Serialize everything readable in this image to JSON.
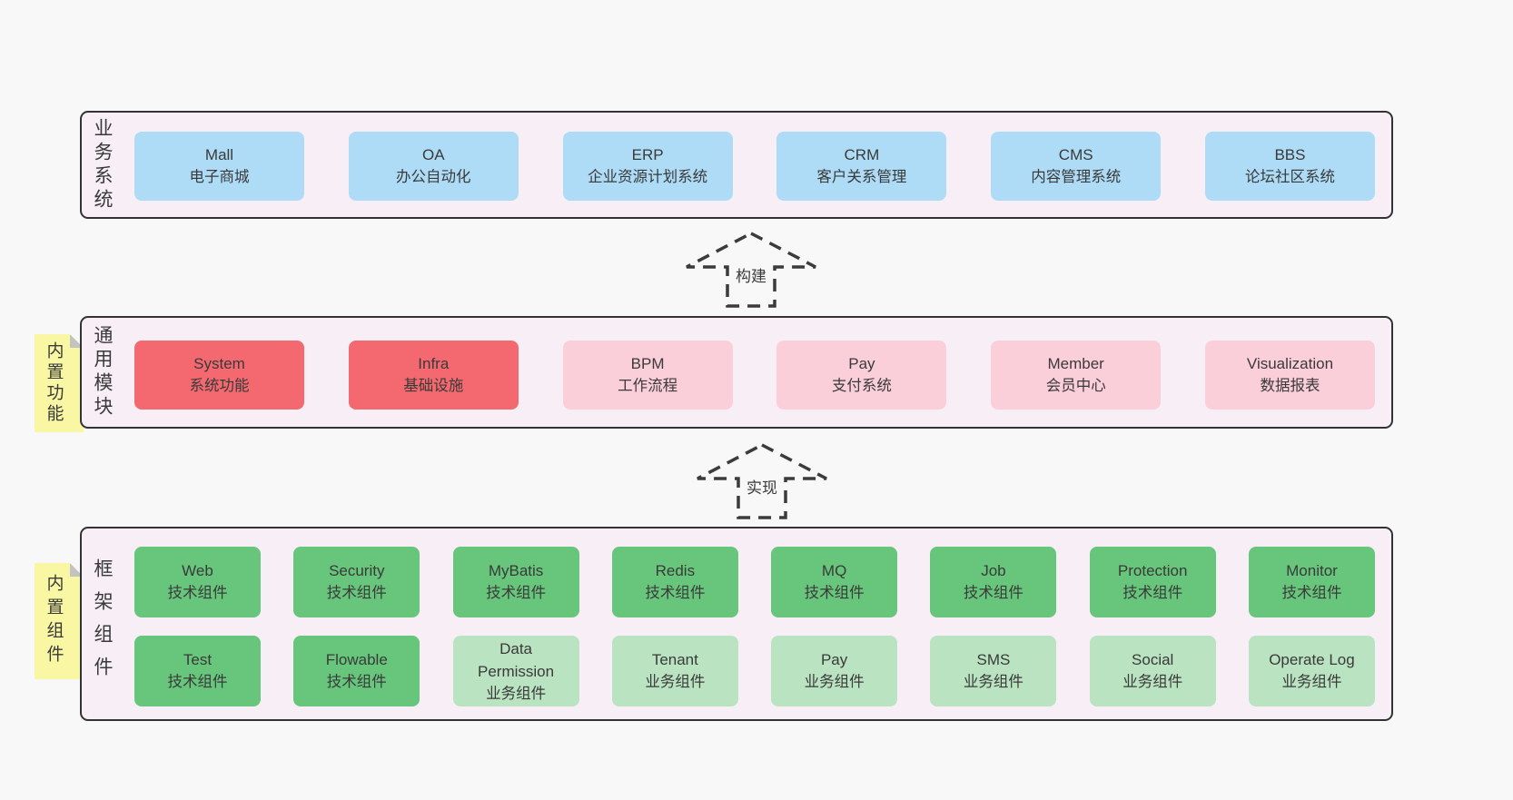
{
  "colors": {
    "page-bg": "#f8f8f8",
    "panel-bg": "#f7eef6",
    "panel-border": "#333333",
    "node-blue": "#aedcf6",
    "node-red": "#f3696f",
    "node-pink": "#fbcfd9",
    "node-green-dark": "#67c67b",
    "node-green-light": "#bae3c1",
    "sticky-yellow": "#f9f7a3",
    "sticky-fold": "#c5c3c1",
    "text": "#3a3a3a"
  },
  "sections": [
    {
      "side_label": "业务系统",
      "rows": [
        {
          "boxes": [
            {
              "en": "Mall",
              "zh": "电子商城",
              "style": "blue"
            },
            {
              "en": "OA",
              "zh": "办公自动化",
              "style": "blue"
            },
            {
              "en": "ERP",
              "zh": "企业资源计划系统",
              "style": "blue"
            },
            {
              "en": "CRM",
              "zh": "客户关系管理",
              "style": "blue"
            },
            {
              "en": "CMS",
              "zh": "内容管理系统",
              "style": "blue"
            },
            {
              "en": "BBS",
              "zh": "论坛社区系统",
              "style": "blue"
            }
          ]
        }
      ]
    },
    {
      "side_label": "通用模块",
      "sticky": "内置功能",
      "rows": [
        {
          "boxes": [
            {
              "en": "System",
              "zh": "系统功能",
              "style": "red"
            },
            {
              "en": "Infra",
              "zh": "基础设施",
              "style": "red"
            },
            {
              "en": "BPM",
              "zh": "工作流程",
              "style": "pink"
            },
            {
              "en": "Pay",
              "zh": "支付系统",
              "style": "pink"
            },
            {
              "en": "Member",
              "zh": "会员中心",
              "style": "pink"
            },
            {
              "en": "Visualization",
              "zh": "数据报表",
              "style": "pink"
            }
          ]
        }
      ]
    },
    {
      "side_label": "框架组件",
      "sticky": "内置组件",
      "rows": [
        {
          "boxes": [
            {
              "en": "Web",
              "zh": "技术组件",
              "style": "green-dark"
            },
            {
              "en": "Security",
              "zh": "技术组件",
              "style": "green-dark"
            },
            {
              "en": "MyBatis",
              "zh": "技术组件",
              "style": "green-dark"
            },
            {
              "en": "Redis",
              "zh": "技术组件",
              "style": "green-dark"
            },
            {
              "en": "MQ",
              "zh": "技术组件",
              "style": "green-dark"
            },
            {
              "en": "Job",
              "zh": "技术组件",
              "style": "green-dark"
            },
            {
              "en": "Protection",
              "zh": "技术组件",
              "style": "green-dark"
            },
            {
              "en": "Monitor",
              "zh": "技术组件",
              "style": "green-dark"
            }
          ]
        },
        {
          "boxes": [
            {
              "en": "Test",
              "zh": "技术组件",
              "style": "green-dark"
            },
            {
              "en": "Flowable",
              "zh": "技术组件",
              "style": "green-dark"
            },
            {
              "en": "Data Permission",
              "zh": "业务组件",
              "style": "green-light"
            },
            {
              "en": "Tenant",
              "zh": "业务组件",
              "style": "green-light"
            },
            {
              "en": "Pay",
              "zh": "业务组件",
              "style": "green-light"
            },
            {
              "en": "SMS",
              "zh": "业务组件",
              "style": "green-light"
            },
            {
              "en": "Social",
              "zh": "业务组件",
              "style": "green-light"
            },
            {
              "en": "Operate Log",
              "zh": "业务组件",
              "style": "green-light"
            }
          ]
        }
      ]
    }
  ],
  "arrows": [
    {
      "label": "构建"
    },
    {
      "label": "实现"
    }
  ]
}
